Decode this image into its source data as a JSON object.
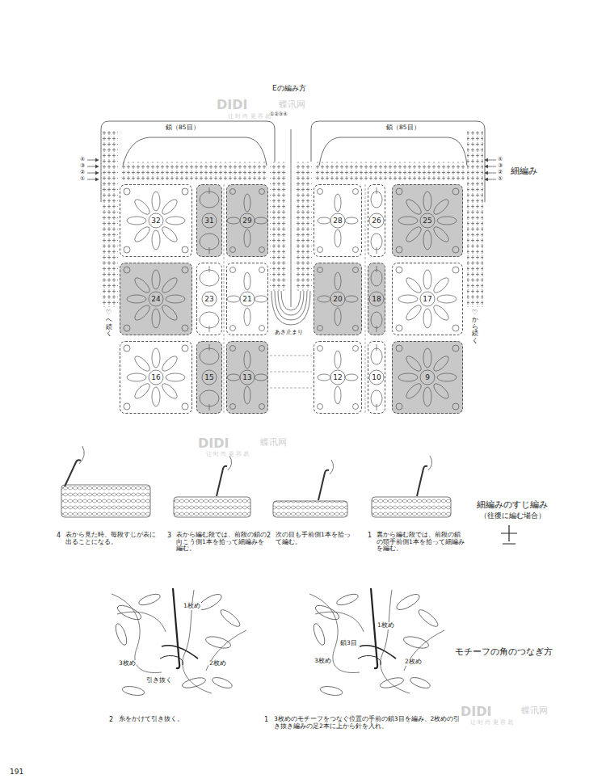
{
  "diagram": {
    "title": "Eの編み方",
    "nodes": [
      {
        "text": [
          "32"
        ]
      },
      {
        "text": [
          "31"
        ]
      },
      {
        "text": [
          "29"
        ]
      },
      {
        "text": [
          "28"
        ]
      },
      {
        "text": [
          "26"
        ]
      },
      {
        "text": [
          "25"
        ]
      },
      {
        "text": [
          "24"
        ]
      },
      {
        "text": [
          "23"
        ]
      },
      {
        "text": [
          "21"
        ]
      },
      {
        "text": [
          "20"
        ]
      },
      {
        "text": [
          "18"
        ]
      },
      {
        "text": [
          "17"
        ]
      },
      {
        "text": [
          "16"
        ]
      },
      {
        "text": [
          "15"
        ]
      },
      {
        "text": [
          "13"
        ]
      },
      {
        "text": [
          "12"
        ]
      },
      {
        "text": [
          "10"
        ]
      },
      {
        "text": [
          "9"
        ]
      }
    ],
    "labels": [
      "DIDI",
      "蝶讯网",
      "让 时 尚 更 容 易",
      "鎖（85目）",
      "鎖（85目）",
      "①②③④",
      "④",
      "③",
      "②",
      "①",
      "④",
      "③",
      "②",
      "①",
      "細編み",
      "♡へ続く",
      "♡から続く",
      "あき止まり",
      "DIDI",
      "蝶讯网",
      "让 时 尚 更 容 易",
      "4",
      "表から見た時、毎段すじが表に出ることになる。",
      "3",
      "表から編む段では、前段の鎖の向こう側1本を拾って細編みを編む。",
      "2",
      "次の目も手前側1本を拾って編む。",
      "1",
      "裏から編む段では、前段の鎖の頭手前側1本を拾って細編みを編む。",
      "細編みのすじ編み",
      "（往復に編む場合）",
      "1枚め",
      "3枚め",
      "引き抜く",
      "2枚め",
      "1枚め",
      "鎖3目",
      "3枚め",
      "2枚め",
      "モチーフの角のつなぎ方",
      "2",
      "糸をかけて引き抜く。",
      "1",
      "3枚めのモチーフをつなぐ位置の手前の鎖3目を編み、2枚めの引き抜き編みの足2本に上から針を入れ、",
      "DIDI",
      "蝶讯网",
      "让 时 尚 更 容 易",
      "191"
    ]
  }
}
